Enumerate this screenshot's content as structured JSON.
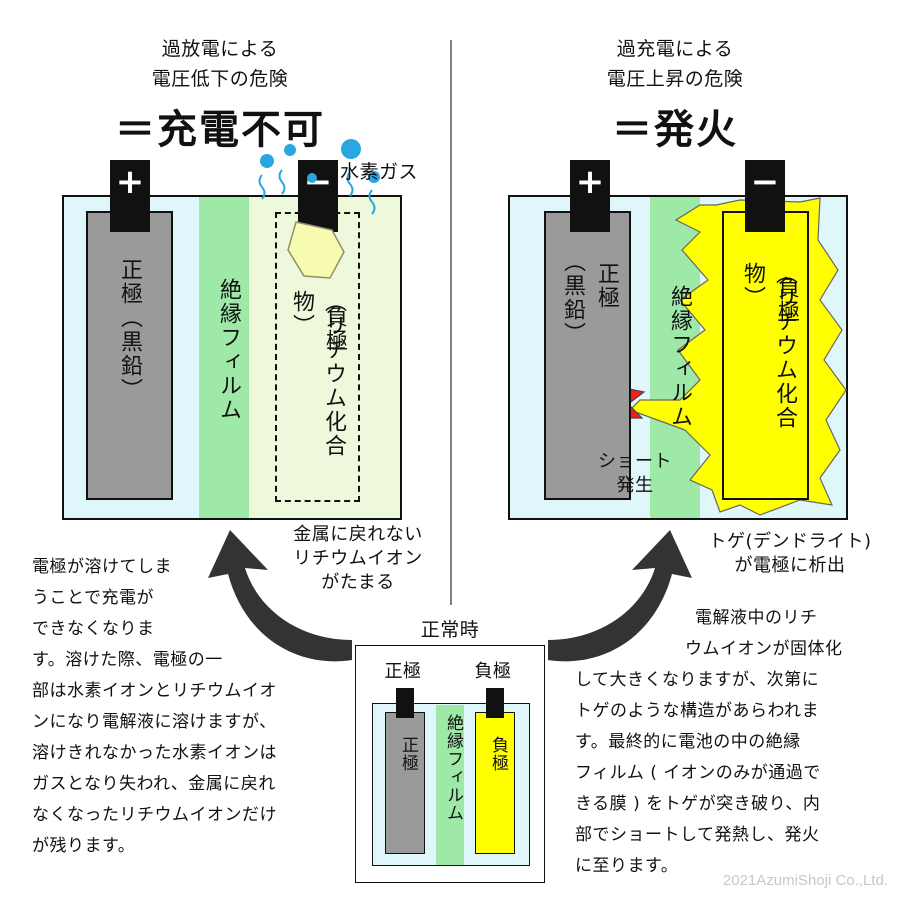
{
  "left_panel": {
    "subtitle_line1": "過放電による",
    "subtitle_line2": "電圧低下の危険",
    "headline": "＝充電不可",
    "positive_sign": "+",
    "negative_sign": "−",
    "positive_label": "正極（黒鉛）",
    "film_label": "絶縁フィルム",
    "negative_label_a": "負極",
    "negative_label_b": "（リチウム化合物）",
    "gas_label": "水素ガス",
    "residue_label_line1": "金属に戻れない",
    "residue_label_line2": "リチウムイオン",
    "residue_label_line3": "がたまる",
    "explanation": [
      "電極が溶けてしま",
      "うことで充電が",
      "できなくなりま",
      "す。溶けた際、電極の一",
      "部は水素イオンとリチウムイオ",
      "ンになり電解液に溶けますが、",
      "溶けきれなかった水素イオンは",
      "ガスとなり失われ、金属に戻れ",
      "なくなったリチウムイオンだけ",
      "が残ります。"
    ]
  },
  "right_panel": {
    "subtitle_line1": "過充電による",
    "subtitle_line2": "電圧上昇の危険",
    "headline": "＝発火",
    "positive_sign": "+",
    "negative_sign": "−",
    "positive_label_a": "正極",
    "positive_label_b": "（黒鉛）",
    "film_label": "絶縁フィルム",
    "negative_label_a": "負極",
    "negative_label_b": "（リチウム化合物）",
    "short_label_line1": "ショート",
    "short_label_line2": "発生",
    "dendrite_label_line1": "トゲ(デンドライト)",
    "dendrite_label_line2": "が電極に析出",
    "explanation": [
      "電解液中のリチ",
      "ウムイオンが固体化",
      "して大きくなりますが、次第に",
      "トゲのような構造があらわれま",
      "す。最終的に電池の中の絶縁",
      "フィルム ( イオンのみが通過で",
      "きる膜 ) をトゲが突き破り、内",
      "部でショートして発熱し、発火",
      "に至ります。"
    ]
  },
  "normal_panel": {
    "title": "正常時",
    "positive_title": "正極",
    "negative_title": "負極",
    "positive_label": "正極",
    "film_label": "絶縁フィルム",
    "negative_label": "負極"
  },
  "copyright": "2021AzumiShoji Co.,Ltd.",
  "colors": {
    "cell_bg": "#dff6fb",
    "electrode_gray": "#9a9a9a",
    "film_green": "#9ee8a8",
    "lithium_yellow": "#ffff00",
    "lithium_pale": "#f4fbc9",
    "short_red": "#ff1a1a",
    "gas_blue": "#2aa7e0",
    "arrow_dark": "#333333"
  }
}
